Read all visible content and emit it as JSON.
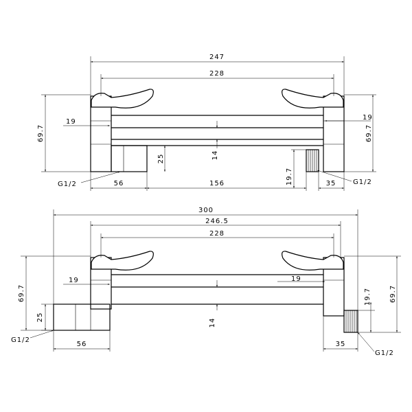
{
  "top_view": {
    "dim_overall": "247",
    "dim_centers": "228",
    "dim_height_left": "69.7",
    "dim_height_right": "69.7",
    "dim_handle_left": "19",
    "dim_handle_right": "19",
    "dim_body_thickness": "14",
    "dim_outlet_height": "25",
    "dim_outlet_width": "56",
    "dim_outlet_offset": "156",
    "dim_inlet_height": "19.7",
    "dim_inlet_width": "35",
    "thread_left": "G1/2",
    "thread_right": "G1/2"
  },
  "bottom_view": {
    "dim_overall": "300",
    "dim_mid": "246.5",
    "dim_centers": "228",
    "dim_height_left": "69.7",
    "dim_height_right": "69.7",
    "dim_handle_left": "19",
    "dim_handle_right": "19",
    "dim_body_thickness": "14",
    "dim_outlet_height": "25",
    "dim_outlet_width": "56",
    "dim_inlet_height": "19.7",
    "dim_inlet_width": "35",
    "thread_left": "G1/2",
    "thread_right": "G1/2"
  }
}
